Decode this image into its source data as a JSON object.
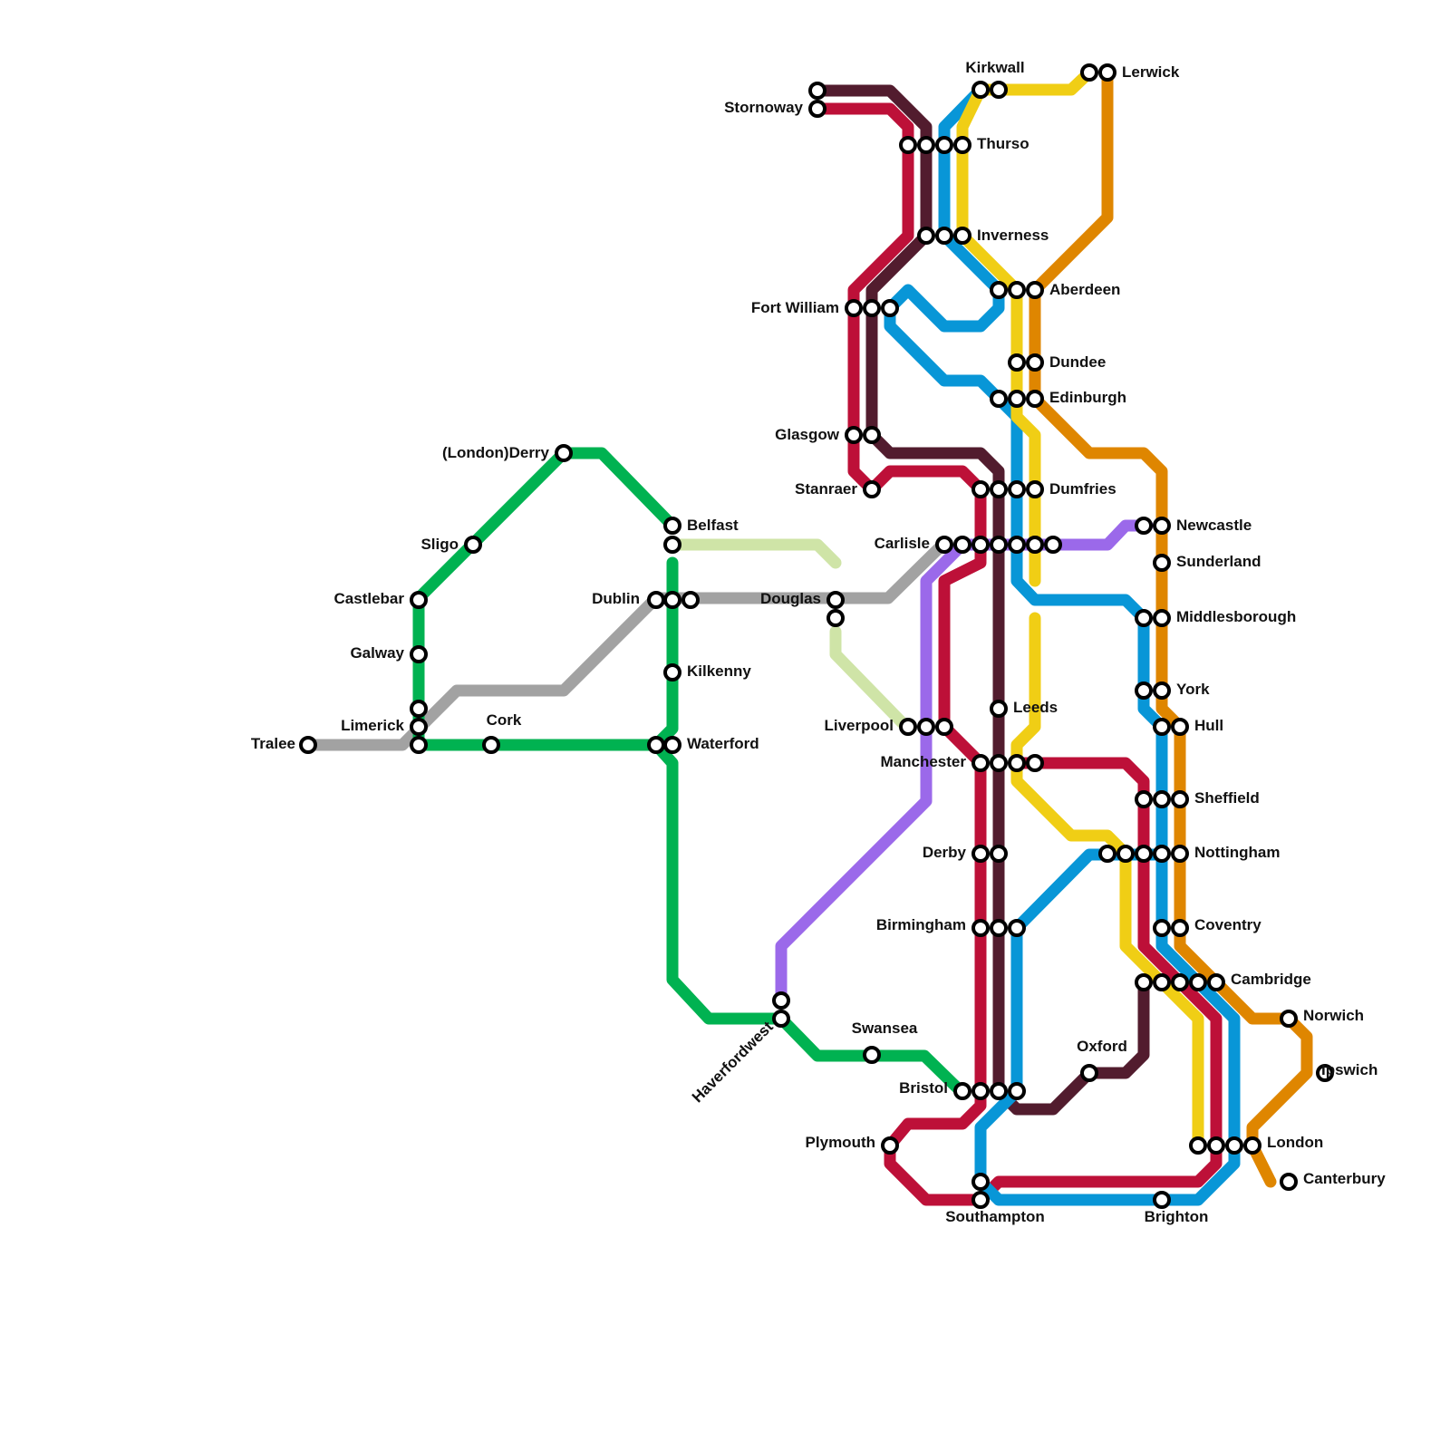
{
  "lines": [
    {
      "id": "emerald",
      "color": "#00b251"
    },
    {
      "id": "grey",
      "color": "#a2a2a2"
    },
    {
      "id": "palegreen",
      "color": "#cfe4a7"
    },
    {
      "id": "violet",
      "color": "#9b69ea"
    },
    {
      "id": "crimson",
      "color": "#bd1038"
    },
    {
      "id": "maroon",
      "color": "#521c2e"
    },
    {
      "id": "blue",
      "color": "#0896d7"
    },
    {
      "id": "yellow",
      "color": "#f0ce15"
    },
    {
      "id": "orange",
      "color": "#df8600"
    }
  ],
  "stations": {
    "stornoway": "Stornoway",
    "kirkwall": "Kirkwall",
    "lerwick": "Lerwick",
    "thurso": "Thurso",
    "inverness": "Inverness",
    "aberdeen": "Aberdeen",
    "fort_william": "Fort William",
    "dundee": "Dundee",
    "edinburgh": "Edinburgh",
    "glasgow": "Glasgow",
    "stranraer": "Stanraer",
    "dumfries": "Dumfries",
    "derry": "(London)Derry",
    "belfast": "Belfast",
    "carlisle": "Carlisle",
    "newcastle": "Newcastle",
    "sligo": "Sligo",
    "sunderland": "Sunderland",
    "castlebar": "Castlebar",
    "dublin": "Dublin",
    "douglas": "Douglas",
    "middlesborough": "Middlesborough",
    "galway": "Galway",
    "kilkenny": "Kilkenny",
    "york": "York",
    "leeds": "Leeds",
    "limerick": "Limerick",
    "cork": "Cork",
    "liverpool": "Liverpool",
    "hull": "Hull",
    "tralee": "Tralee",
    "waterford": "Waterford",
    "manchester": "Manchester",
    "sheffield": "Sheffield",
    "derby": "Derby",
    "nottingham": "Nottingham",
    "birmingham": "Birmingham",
    "coventry": "Coventry",
    "cambridge": "Cambridge",
    "haverfordwest": "Haverfordwest",
    "norwich": "Norwich",
    "swansea": "Swansea",
    "oxford": "Oxford",
    "ipswich": "Ipswich",
    "bristol": "Bristol",
    "plymouth": "Plymouth",
    "london": "London",
    "canterbury": "Canterbury",
    "southampton": "Southampton",
    "brighton": "Brighton"
  }
}
